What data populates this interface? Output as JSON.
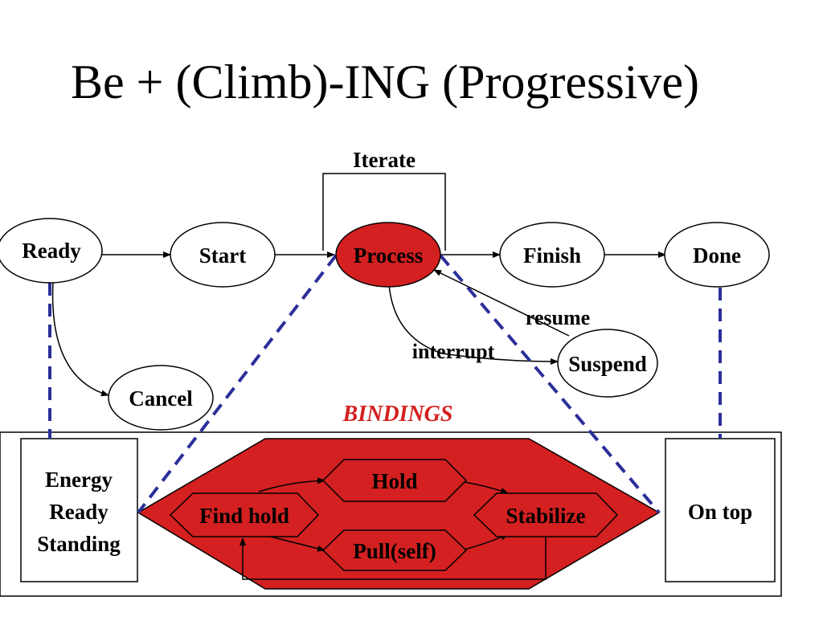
{
  "title": "Be + (Climb)-ING (Progressive)",
  "states": {
    "ready": "Ready",
    "start": "Start",
    "process": "Process",
    "finish": "Finish",
    "done": "Done",
    "cancel": "Cancel",
    "suspend": "Suspend"
  },
  "edge_labels": {
    "iterate": "Iterate",
    "resume": "resume",
    "interrupt": "interrupt"
  },
  "bindings_label": "BINDINGS",
  "left_box": {
    "line1": "Energy",
    "line2": "Ready",
    "line3": "Standing"
  },
  "right_box": {
    "label": "On top"
  },
  "sub_nodes": {
    "find_hold": "Find hold",
    "hold": "Hold",
    "pull_self": "Pull(self)",
    "stabilize": "Stabilize"
  },
  "colors": {
    "active_fill": "#d42020",
    "binding_line": "#2b2f9a",
    "bindings_text": "#d42020"
  }
}
